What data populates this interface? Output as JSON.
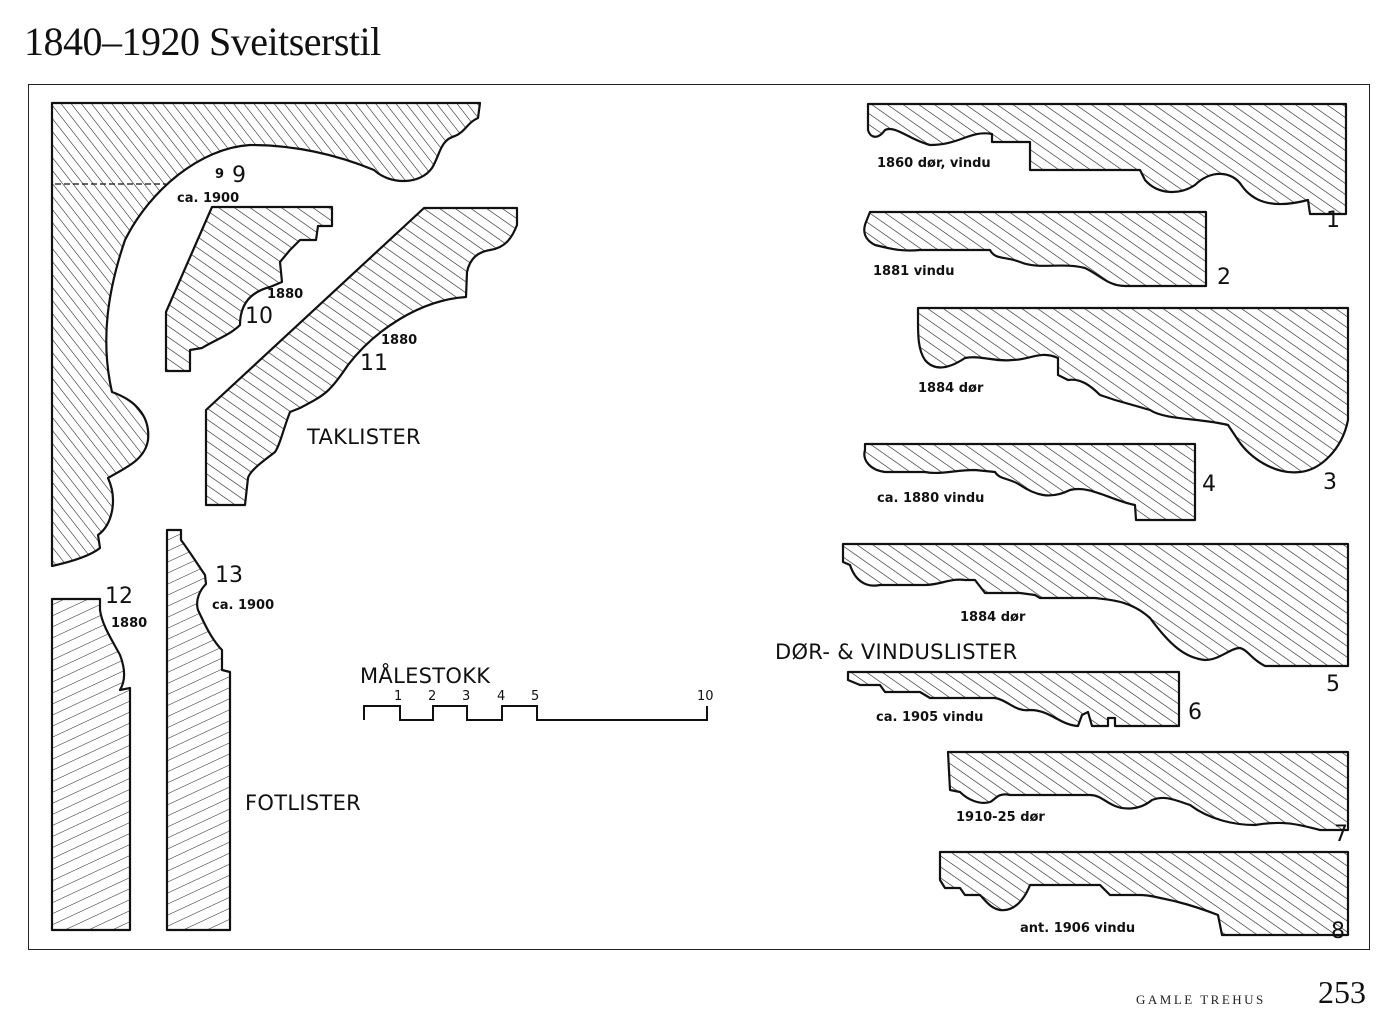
{
  "page": {
    "title": "1840–1920 Sveitserstil",
    "footer_brand": "GAMLE TREHUS",
    "page_number": "253"
  },
  "groups": {
    "taklister": "TAKLISTER",
    "fotlister": "FOTLISTER",
    "dor_vinduslister": "DØR- & VINDUSLISTER",
    "malestokk": "MÅLESTOKK"
  },
  "scale": {
    "ticks": [
      "1",
      "2",
      "3",
      "4",
      "5",
      "10"
    ]
  },
  "profiles": {
    "p1": {
      "number": "1",
      "caption": "1860 dør, vindu"
    },
    "p2": {
      "number": "2",
      "caption": "1881 vindu"
    },
    "p3": {
      "number": "3",
      "caption": "1884 dør"
    },
    "p4": {
      "number": "4",
      "caption": "ca. 1880 vindu"
    },
    "p5": {
      "number": "5",
      "caption": "1884 dør"
    },
    "p6": {
      "number": "6",
      "caption": "ca. 1905 vindu"
    },
    "p7": {
      "number": "7",
      "caption": "1910-25 dør"
    },
    "p8": {
      "number": "8",
      "caption": "ant. 1906 vindu"
    },
    "p9": {
      "number": "9",
      "small_number": "9",
      "caption": "ca. 1900"
    },
    "p10": {
      "number": "10",
      "caption": "1880"
    },
    "p11": {
      "number": "11",
      "caption": "1880"
    },
    "p12": {
      "number": "12",
      "caption": "1880"
    },
    "p13": {
      "number": "13",
      "caption": "ca. 1900"
    }
  },
  "colors": {
    "ink": "#111111",
    "paper": "#ffffff"
  }
}
